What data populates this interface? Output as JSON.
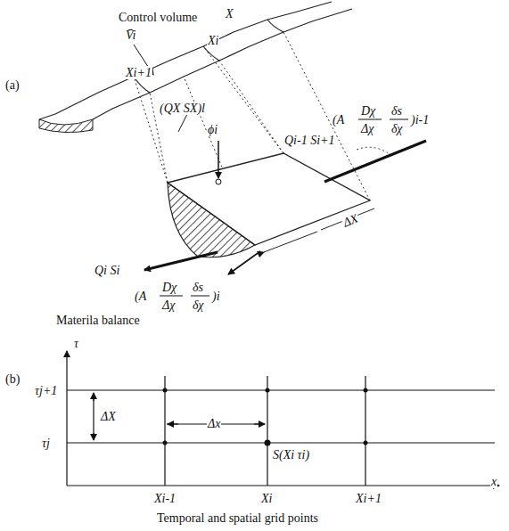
{
  "diagram": {
    "labels": [
      "(a)",
      "Control volume",
      "V̄i",
      "X",
      "Xi",
      "Xi+1",
      "(QX SX)l",
      "ϕi",
      "Qi-1 Si+1",
      "(A",
      "Dχ",
      "Δχ",
      "δs",
      "δχ",
      ")i-1",
      "ΔX",
      "Qi Si",
      "(A",
      "Dχ",
      "Δχ",
      "δs",
      "δχ",
      ")i",
      "Materila balance",
      "(b)",
      "τ",
      "τj+1",
      "ΔX",
      "τj",
      "Δx",
      "S(Xi τi)",
      "Xi-1",
      "Xi",
      "Xi+1",
      "x",
      "Temporal and spatial grid points"
    ]
  }
}
